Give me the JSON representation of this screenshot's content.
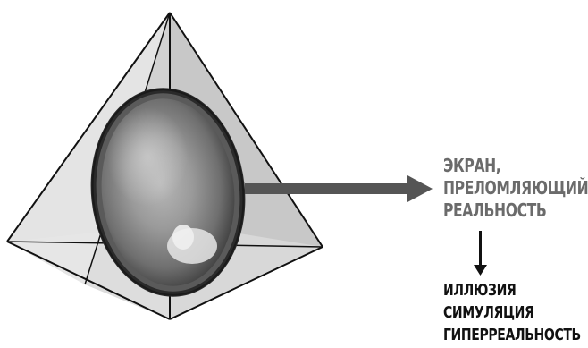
{
  "screen_label": [
    "ЭКРАН,",
    "ПРЕЛОМЛЯЮЩИЙ",
    "РЕАЛЬНОСТЬ"
  ],
  "outcomes": [
    "ИЛЛЮЗИЯ",
    "СИМУЛЯЦИЯ",
    "ГИПЕРРЕАЛЬНОСТЬ"
  ],
  "colors": {
    "pyramid_face": "#dcdcdc",
    "pyramid_edge": "#111111",
    "arrow": "#555555",
    "screen_label": "#6b6b6b",
    "outcome_label": "#111111"
  }
}
